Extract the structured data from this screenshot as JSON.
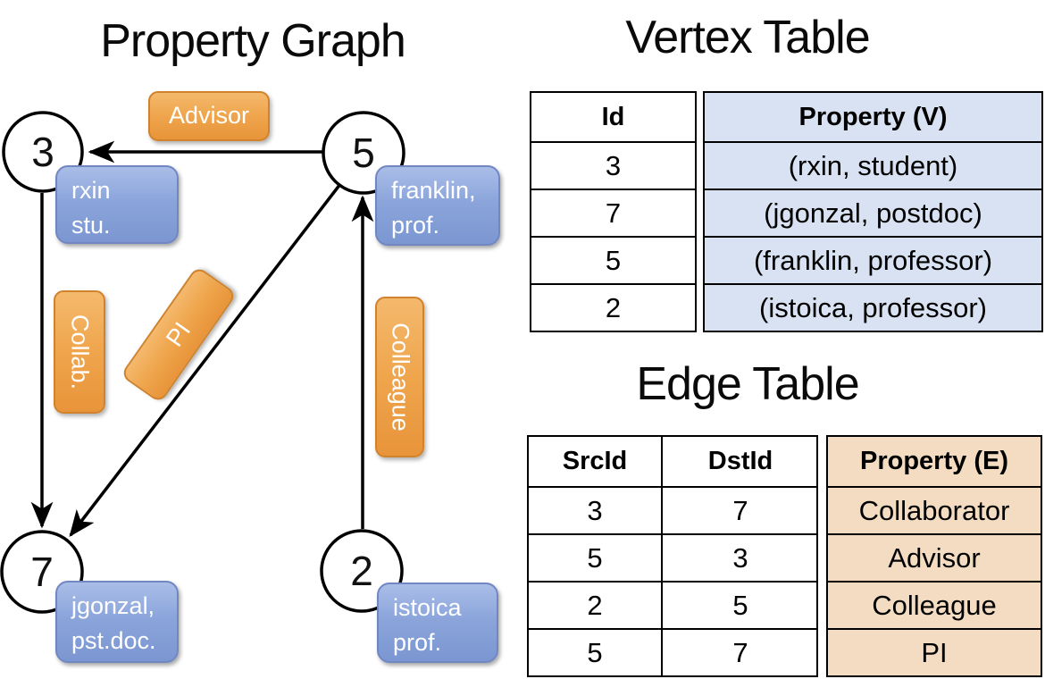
{
  "graph": {
    "title": "Property Graph",
    "nodes": {
      "n3": {
        "id": "3",
        "prop1": "rxin",
        "prop2": "stu."
      },
      "n5": {
        "id": "5",
        "prop1": "franklin,",
        "prop2": "prof."
      },
      "n7": {
        "id": "7",
        "prop1": "jgonzal,",
        "prop2": "pst.doc."
      },
      "n2": {
        "id": "2",
        "prop1": "istoica",
        "prop2": "prof."
      }
    },
    "edge_labels": {
      "advisor": "Advisor",
      "collab": "Collab.",
      "pi": "PI",
      "colleague": "Colleague"
    },
    "edges": [
      {
        "src": "5",
        "dst": "3",
        "label": "Advisor"
      },
      {
        "src": "3",
        "dst": "7",
        "label": "Collab."
      },
      {
        "src": "5",
        "dst": "7",
        "label": "PI"
      },
      {
        "src": "2",
        "dst": "5",
        "label": "Colleague"
      }
    ]
  },
  "vertex_table": {
    "title": "Vertex Table",
    "col_id": "Id",
    "col_property": "Property (V)",
    "rows": [
      {
        "id": "3",
        "property": "(rxin, student)"
      },
      {
        "id": "7",
        "property": "(jgonzal, postdoc)"
      },
      {
        "id": "5",
        "property": "(franklin, professor)"
      },
      {
        "id": "2",
        "property": "(istoica, professor)"
      }
    ]
  },
  "edge_table": {
    "title": "Edge Table",
    "col_src": "SrcId",
    "col_dst": "DstId",
    "col_property": "Property (E)",
    "rows": [
      {
        "src": "3",
        "dst": "7",
        "property": "Collaborator"
      },
      {
        "src": "5",
        "dst": "3",
        "property": "Advisor"
      },
      {
        "src": "2",
        "dst": "5",
        "property": "Colleague"
      },
      {
        "src": "5",
        "dst": "7",
        "property": "PI"
      }
    ]
  },
  "colors": {
    "edge_label_fill": "#EFA54C",
    "edge_label_border": "#D0832C",
    "vertex_label_fill": "#8BA5DB",
    "vertex_label_border": "#7187C2",
    "vertex_property_bg": "#D9E2F3",
    "edge_property_bg": "#F3DCC1",
    "line_color": "#000000"
  }
}
